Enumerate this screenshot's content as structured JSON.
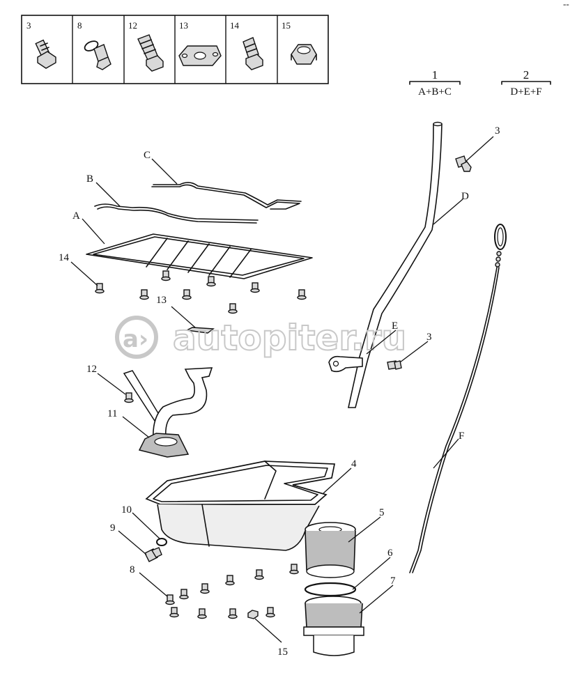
{
  "kit_table": [
    {
      "label": "3"
    },
    {
      "label": "8"
    },
    {
      "label": "12"
    },
    {
      "label": "13"
    },
    {
      "label": "14"
    },
    {
      "label": "15"
    }
  ],
  "kits": [
    {
      "number": "1",
      "contents": "A+B+C"
    },
    {
      "number": "2",
      "contents": "D+E+F"
    }
  ],
  "callouts": {
    "A": "A",
    "B": "B",
    "C": "C",
    "D": "D",
    "E": "E",
    "F": "F",
    "n3_top": "3",
    "n3_mid": "3",
    "n4": "4",
    "n5": "5",
    "n6": "6",
    "n7": "7",
    "n8": "8",
    "n9": "9",
    "n10": "10",
    "n11": "11",
    "n12": "12",
    "n13": "13",
    "n14": "14",
    "n15": "15"
  },
  "watermark": "autopiter.ru",
  "corner_mark": "--"
}
